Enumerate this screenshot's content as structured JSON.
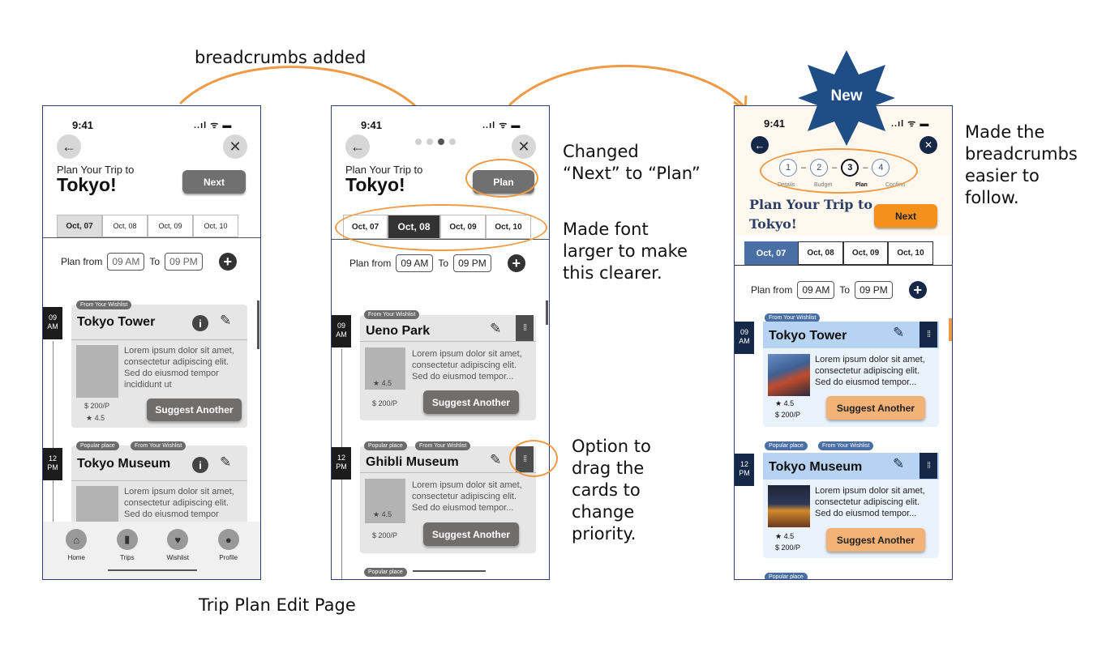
{
  "annotations": {
    "breadcrumbs_added": "breadcrumbs added",
    "changed_next": "Changed\n“Next” to “Plan”",
    "font_larger": "Made font\nlarger to make\nthis clearer.",
    "drag": "Option to\ndrag the\ncards to\nchange\npriority.",
    "easier": "Made the\nbreadcrumbs\neasier to\nfollow.",
    "new_badge": "New",
    "caption": "Trip Plan Edit Page"
  },
  "colors": {
    "accent_orange": "#ef9a46",
    "navy": "#2b4a7c",
    "light_blue": "#b7d3f3",
    "pale_blue": "#eaf3fc",
    "dark_navy": "#152848"
  },
  "common": {
    "time": "9:41",
    "status": "..ıl ᯤ ▬",
    "plan_label": "Plan Your Trip to",
    "city": "Tokyo!",
    "plan_from": "Plan from",
    "from_time": "09 AM",
    "to_label": "To",
    "to_time": "09 PM",
    "tabs": [
      "Oct, 07",
      "Oct, 08",
      "Oct, 09",
      "Oct, 10"
    ],
    "chip_wishlist": "From Your Wishlist",
    "chip_popular": "Popular place",
    "lorem_long": "Lorem ipsum dolor sit amet,\nconsectetur adipiscing elit.\nSed do eiusmod tempor\nincididunt ut",
    "lorem_short": "Lorem ipsum dolor sit amet,\nconsectetur adipiscing elit.\nSed do eiusmod tempor...",
    "lorem_cut": "Lorem ipsum dolor sit amet,\nconsectetur adipiscing elit.\nSed do eiusmod tempor",
    "price": "$ 200/P",
    "rating": "★ 4.5",
    "suggest": "Suggest Another",
    "time1_h": "09",
    "time1_p": "AM",
    "time2_h": "12",
    "time2_p": "PM"
  },
  "phone1": {
    "next": "Next",
    "card1": "Tokyo Tower",
    "card2": "Tokyo Museum",
    "nav": [
      {
        "label": "Home",
        "icon": "home-icon"
      },
      {
        "label": "Trips",
        "icon": "bookmark-icon"
      },
      {
        "label": "Wishlist",
        "icon": "heart-icon"
      },
      {
        "label": "Profile",
        "icon": "user-icon"
      }
    ]
  },
  "phone2": {
    "plan_button": "Plan",
    "card1": "Ueno Park",
    "card2": "Ghibli Museum"
  },
  "phone3": {
    "next": "Next",
    "plan_title_line1": "Plan Your Trip to",
    "plan_title_line2": "Tokyo!",
    "card1": "Tokyo Tower",
    "card2": "Tokyo Museum",
    "steps": [
      {
        "num": "1",
        "label": "Details"
      },
      {
        "num": "2",
        "label": "Budget"
      },
      {
        "num": "3",
        "label": "Plan"
      },
      {
        "num": "4",
        "label": "Confirm"
      }
    ],
    "step_sep": "–"
  }
}
